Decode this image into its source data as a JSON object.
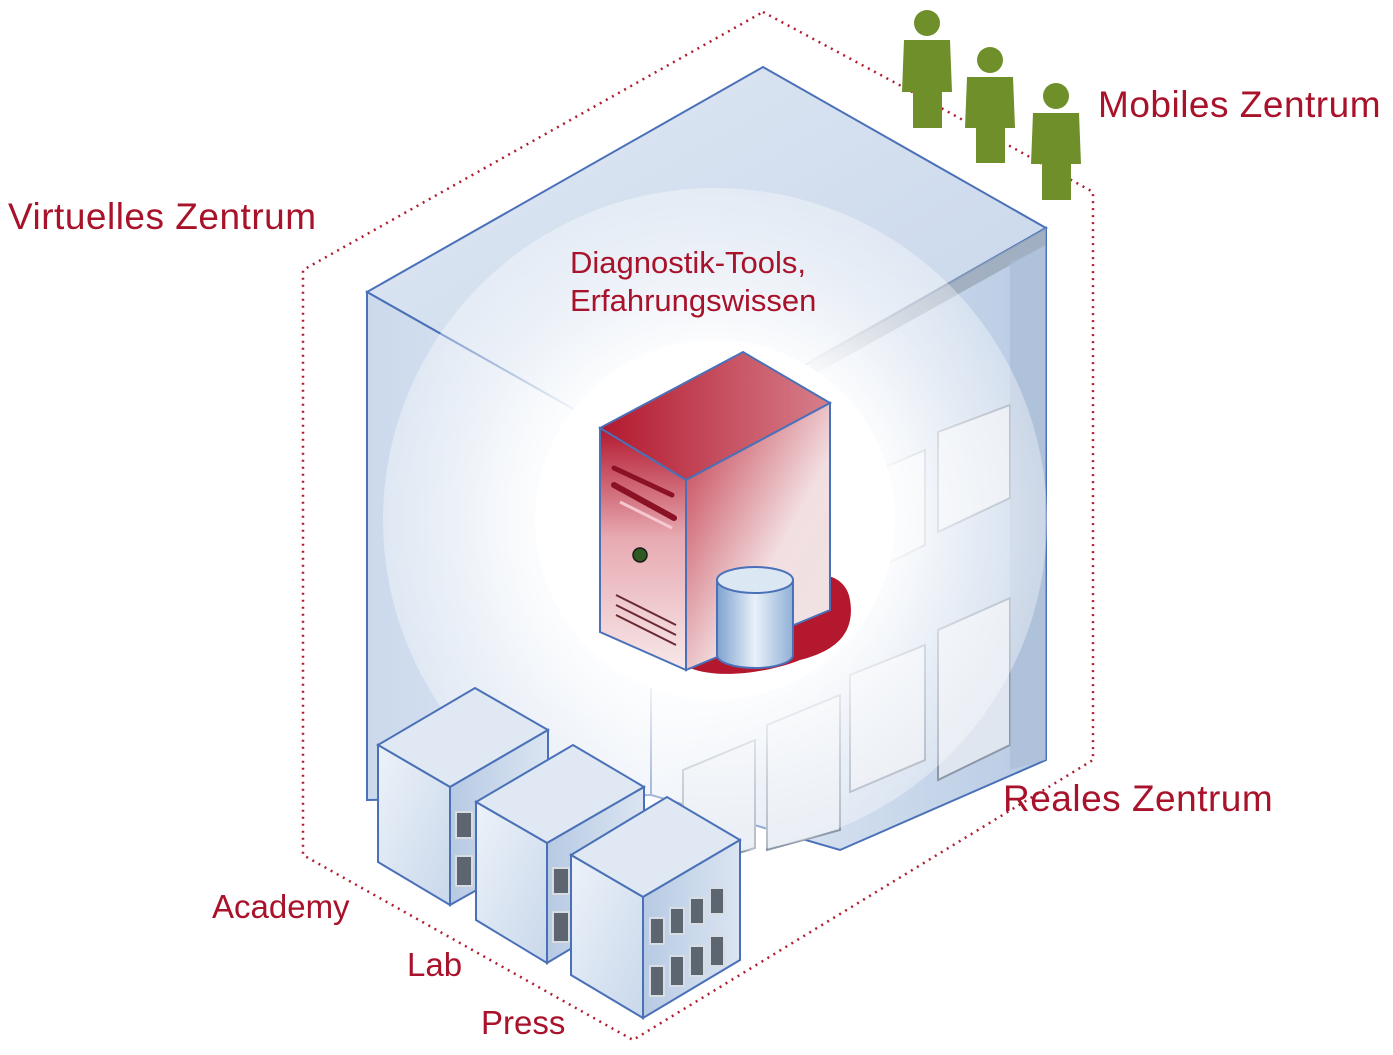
{
  "labels": {
    "virtual_center": "Virtuelles Zentrum",
    "mobile_center": "Mobiles Zentrum",
    "real_center": "Reales Zentrum",
    "core_line1": "Diagnostik-Tools,",
    "core_line2": "Erfahrungswissen",
    "academy": "Academy",
    "lab": "Lab",
    "press": "Press"
  },
  "colors": {
    "accent_text": "#a8122a",
    "dotted_border": "#b01c30",
    "person": "#6e8f2a",
    "server": "#b3182e",
    "building_edge": "#4a70b8"
  },
  "icons": {
    "people": "person-icon",
    "server": "server-icon",
    "database": "database-icon",
    "building": "building-icon"
  }
}
